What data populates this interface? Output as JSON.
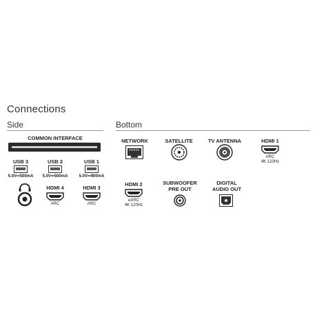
{
  "title": "Connections",
  "sections": {
    "side": "Side",
    "bottom": "Bottom"
  },
  "side": {
    "common_interface": "COMMON INTERFACE",
    "usb3": {
      "label": "USB 3",
      "rating": "5.0V⎓500mA"
    },
    "usb2": {
      "label": "USB 2",
      "rating": "5.0V⎓500mA"
    },
    "usb1": {
      "label": "USB 1",
      "rating": "5.0V⎓900mA"
    },
    "hdmi4": {
      "label": "HDMI 4",
      "sub": "ARC"
    },
    "hdmi3": {
      "label": "HDMI 3",
      "sub": "ARC"
    }
  },
  "bottom": {
    "network": "NETWORK",
    "satellite": "SATELLITE",
    "tv_antenna": "TV ANTENNA",
    "hdmi1": {
      "label": "HDMI 1",
      "sub1": "ARC",
      "sub2": "4K 120Hz"
    },
    "hdmi2": {
      "label": "HDMI 2",
      "sub1": "eARC",
      "sub2": "4K 120Hz"
    },
    "subwoofer": {
      "line1": "SUBWOOFER",
      "line2": "PRE OUT"
    },
    "digital_audio": {
      "line1": "DIGITAL",
      "line2": "AUDIO OUT"
    }
  },
  "icons": [
    "common-interface-slot-icon",
    "usb-port-icon",
    "headphone-jack-icon",
    "hdmi-port-icon",
    "ethernet-port-icon",
    "coaxial-port-icon",
    "rca-jack-icon",
    "optical-port-icon"
  ]
}
